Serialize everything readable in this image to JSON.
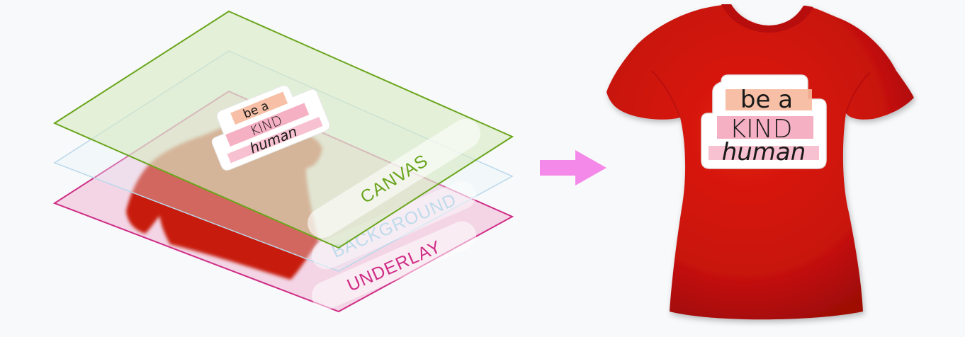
{
  "layers": [
    {
      "id": "underlay",
      "label": "UNDERLAY",
      "color": "#cf2c86"
    },
    {
      "id": "background",
      "label": "BACKGROUND",
      "color": "#b9d8ea"
    },
    {
      "id": "canvas",
      "label": "CANVAS",
      "color": "#6aa51c"
    }
  ],
  "sticker": {
    "line1": "be a",
    "line2": "KIND",
    "line3": "human"
  },
  "colors": {
    "shirt": "#d8150f",
    "arrow": "#f489e9",
    "sticker_peach": "#f6b99c",
    "sticker_pink": "#f5a7bd",
    "canvas_fill": "#d7e9c1",
    "underlay_fill": "#f2cfe0"
  }
}
